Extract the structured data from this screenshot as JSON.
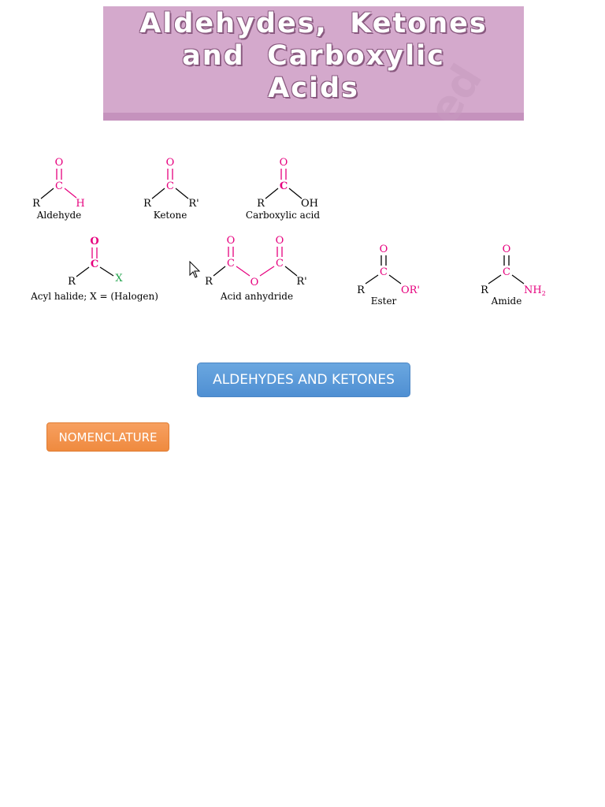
{
  "banner": {
    "title": "Aldehydes,  Ketones\nand  Carboxylic\nAcids"
  },
  "structures": {
    "aldehyde": {
      "o": "O",
      "c": "C",
      "r": "R",
      "h": "H",
      "name": "Aldehyde"
    },
    "ketone": {
      "o": "O",
      "c": "C",
      "r": "R",
      "r2": "R'",
      "name": "Ketone"
    },
    "carboxylic_acid": {
      "o": "O",
      "c": "C",
      "r": "R",
      "oh": "OH",
      "name": "Carboxylic acid"
    },
    "acyl_halide": {
      "o": "O",
      "c": "C",
      "r": "R",
      "x": "X",
      "name": "Acyl halide; X = (Halogen)"
    },
    "acid_anhydride": {
      "o1": "O",
      "o2": "O",
      "c1": "C",
      "c2": "C",
      "o_bridge": "O",
      "r": "R",
      "r2": "R'",
      "name": "Acid anhydride"
    },
    "ester": {
      "o": "O",
      "c": "C",
      "r": "R",
      "or": "OR'",
      "name": "Ester"
    },
    "amide": {
      "o": "O",
      "c": "C",
      "r": "R",
      "nh": "NH",
      "sub": "2",
      "name": "Amide"
    }
  },
  "buttons": {
    "section": "ALDEHYDES AND KETONES",
    "nomenclature": "NOMENCLATURE"
  },
  "colors": {
    "carbonyl": "#e6007e",
    "halogen": "#1fa34a",
    "banner": "#d4a9cc",
    "blue_button": "#5b9bd5",
    "orange_button": "#f0893f"
  }
}
